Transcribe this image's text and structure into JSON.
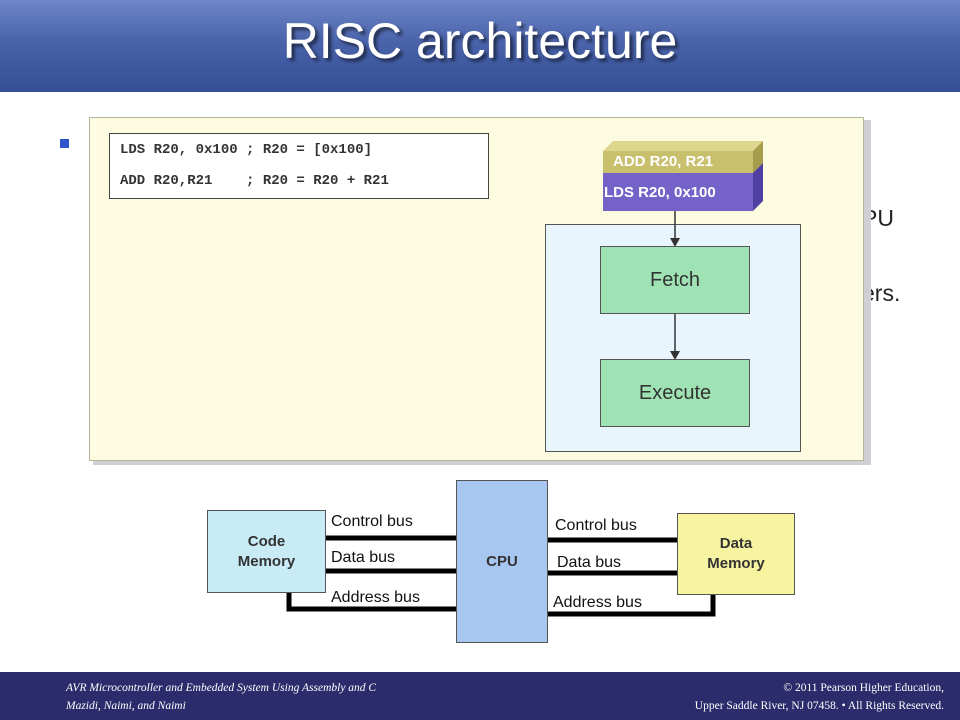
{
  "slide": {
    "title": "RISC architecture"
  },
  "background_fragments": {
    "fragment_1": "PU",
    "fragment_2": "ers."
  },
  "code": {
    "line1": "LDS R20, 0x100 ; R20 = [0x100]",
    "line2": "ADD R20,R21    ; R20 = R20 + R21"
  },
  "pipeline": {
    "queue": [
      "ADD R20, R21",
      "LDS R20, 0x100"
    ],
    "stages": {
      "fetch": "Fetch",
      "execute": "Execute"
    }
  },
  "bus_diagram": {
    "code_memory": [
      "Code",
      "Memory"
    ],
    "cpu": "CPU",
    "data_memory": [
      "Data",
      "Memory"
    ],
    "left_buses": {
      "control": "Control bus",
      "data": "Data bus",
      "address": "Address bus"
    },
    "right_buses": {
      "control": "Control bus",
      "data": "Data bus",
      "address": "Address bus"
    }
  },
  "footer": {
    "book_line1": "AVR Microcontroller and Embedded System Using Assembly and C",
    "book_line2": "Mazidi, Naimi, and Naimi",
    "copyright_line1": "© 2011   Pearson Higher Education,",
    "copyright_line2": "Upper Saddle River, NJ 07458. • All Rights Reserved."
  },
  "colors": {
    "header": "#4a63aa",
    "panel": "#fdfbe0",
    "stage_green": "#9fe3b5",
    "queue_top": "#c9c06e",
    "queue_bottom": "#7562c9",
    "code_memory": "#c9ebf6",
    "cpu": "#a7c6f0",
    "data_memory": "#f7f3a0",
    "footer": "#2c2c6c"
  }
}
